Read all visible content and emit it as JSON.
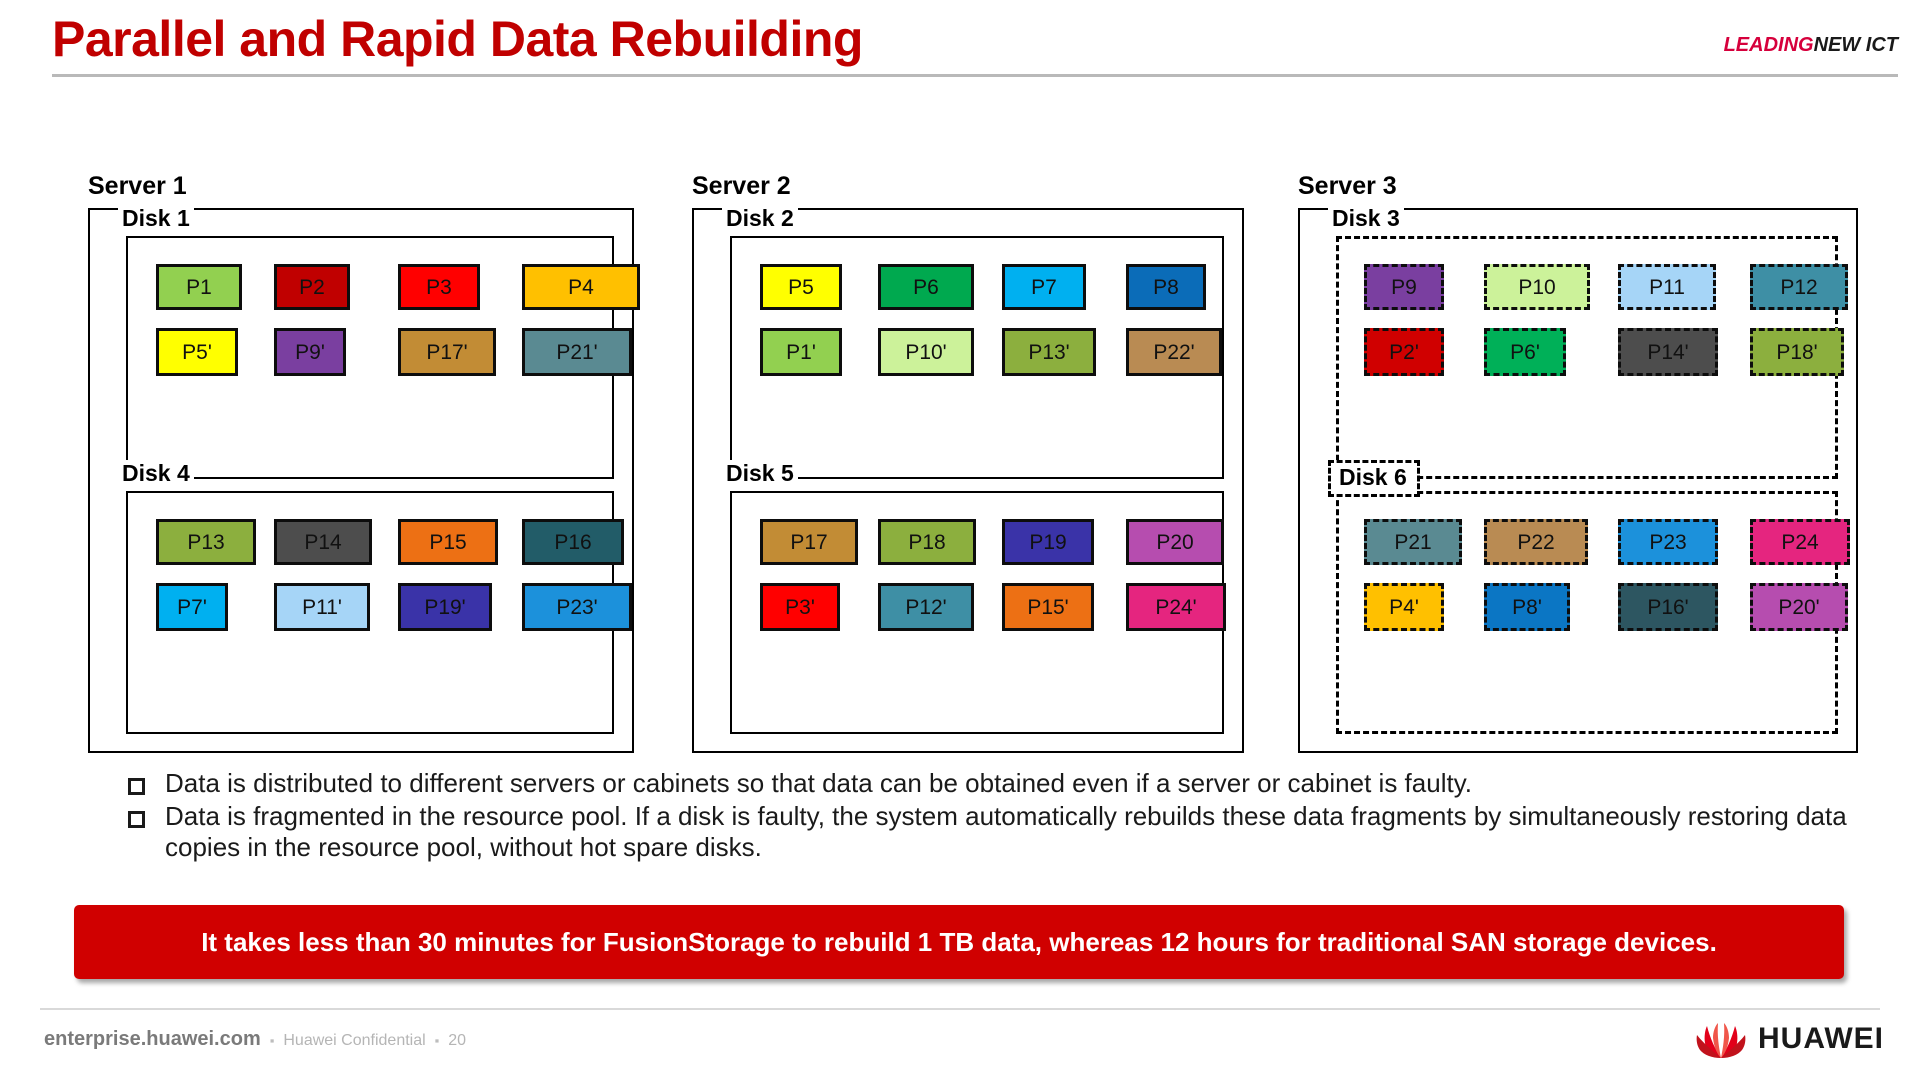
{
  "header": {
    "title": "Parallel and Rapid Data Rebuilding",
    "brand_leading": "LEADING",
    "brand_new_ict": "NEW ICT"
  },
  "servers": [
    {
      "label": "Server 1",
      "disks": [
        {
          "label": "Disk 1",
          "dashed": false,
          "rows": [
            [
              {
                "label": "P1",
                "color": "#92D050",
                "dashed": false,
                "w": 86,
                "h": 46
              },
              {
                "label": "P2",
                "color": "#C00000",
                "dashed": false,
                "w": 76,
                "h": 46
              },
              {
                "label": "P3",
                "color": "#FF0000",
                "dashed": false,
                "w": 82,
                "h": 46
              },
              {
                "label": "P4",
                "color": "#FFC000",
                "dashed": false,
                "w": 118,
                "h": 46
              }
            ],
            [
              {
                "label": "P5'",
                "color": "#FFFF00",
                "dashed": false,
                "w": 82,
                "h": 48
              },
              {
                "label": "P9'",
                "color": "#7A3FA0",
                "dashed": false,
                "w": 72,
                "h": 48
              },
              {
                "label": "P17'",
                "color": "#C28C35",
                "dashed": false,
                "w": 98,
                "h": 48
              },
              {
                "label": "P21'",
                "color": "#5A8A92",
                "dashed": false,
                "w": 110,
                "h": 48
              }
            ]
          ]
        },
        {
          "label": "Disk 4",
          "dashed": false,
          "rows": [
            [
              {
                "label": "P13",
                "color": "#8CAF3E",
                "dashed": false,
                "w": 100,
                "h": 46
              },
              {
                "label": "P14",
                "color": "#4D4D4D",
                "dashed": false,
                "w": 98,
                "h": 46
              },
              {
                "label": "P15",
                "color": "#ED7014",
                "dashed": false,
                "w": 100,
                "h": 46
              },
              {
                "label": "P16",
                "color": "#225C68",
                "dashed": false,
                "w": 102,
                "h": 46
              }
            ],
            [
              {
                "label": "P7'",
                "color": "#00B0F0",
                "dashed": false,
                "w": 72,
                "h": 48
              },
              {
                "label": "P11'",
                "color": "#A6D5F7",
                "dashed": false,
                "w": 96,
                "h": 48
              },
              {
                "label": "P19'",
                "color": "#3A33A8",
                "dashed": false,
                "w": 94,
                "h": 48
              },
              {
                "label": "P23'",
                "color": "#1C91DB",
                "dashed": false,
                "w": 110,
                "h": 48
              }
            ]
          ]
        }
      ]
    },
    {
      "label": "Server 2",
      "disks": [
        {
          "label": "Disk 2",
          "dashed": false,
          "rows": [
            [
              {
                "label": "P5",
                "color": "#FFFF00",
                "dashed": false,
                "w": 82,
                "h": 46
              },
              {
                "label": "P6",
                "color": "#00A94F",
                "dashed": false,
                "w": 96,
                "h": 46
              },
              {
                "label": "P7",
                "color": "#00B0F0",
                "dashed": false,
                "w": 84,
                "h": 46
              },
              {
                "label": "P8",
                "color": "#0B6CB8",
                "dashed": false,
                "w": 80,
                "h": 46
              }
            ],
            [
              {
                "label": "P1'",
                "color": "#92D050",
                "dashed": false,
                "w": 82,
                "h": 48
              },
              {
                "label": "P10'",
                "color": "#CCF29A",
                "dashed": false,
                "w": 96,
                "h": 48
              },
              {
                "label": "P13'",
                "color": "#8CAF3E",
                "dashed": false,
                "w": 94,
                "h": 48
              },
              {
                "label": "P22'",
                "color": "#B98B53",
                "dashed": false,
                "w": 96,
                "h": 48
              }
            ]
          ]
        },
        {
          "label": "Disk 5",
          "dashed": false,
          "rows": [
            [
              {
                "label": "P17",
                "color": "#C28C35",
                "dashed": false,
                "w": 98,
                "h": 46
              },
              {
                "label": "P18",
                "color": "#8CAF3E",
                "dashed": false,
                "w": 98,
                "h": 46
              },
              {
                "label": "P19",
                "color": "#3A33A8",
                "dashed": false,
                "w": 92,
                "h": 46
              },
              {
                "label": "P20",
                "color": "#B64DAF",
                "dashed": false,
                "w": 98,
                "h": 46
              }
            ],
            [
              {
                "label": "P3'",
                "color": "#FF0000",
                "dashed": false,
                "w": 80,
                "h": 48
              },
              {
                "label": "P12'",
                "color": "#3E8FA5",
                "dashed": false,
                "w": 96,
                "h": 48
              },
              {
                "label": "P15'",
                "color": "#ED7014",
                "dashed": false,
                "w": 92,
                "h": 48
              },
              {
                "label": "P24'",
                "color": "#E5257F",
                "dashed": false,
                "w": 100,
                "h": 48
              }
            ]
          ]
        }
      ]
    },
    {
      "label": "Server 3",
      "disks": [
        {
          "label": "Disk 3",
          "dashed": true,
          "rows": [
            [
              {
                "label": "P9",
                "color": "#7A3FA0",
                "dashed": true,
                "w": 80,
                "h": 46
              },
              {
                "label": "P10",
                "color": "#CCF29A",
                "dashed": true,
                "w": 106,
                "h": 46
              },
              {
                "label": "P11",
                "color": "#A6D5F7",
                "dashed": true,
                "w": 98,
                "h": 46
              },
              {
                "label": "P12",
                "color": "#3E8FA5",
                "dashed": true,
                "w": 98,
                "h": 46
              }
            ],
            [
              {
                "label": "P2'",
                "color": "#D00000",
                "dashed": true,
                "w": 80,
                "h": 48
              },
              {
                "label": "P6'",
                "color": "#00B058",
                "dashed": true,
                "w": 82,
                "h": 48
              },
              {
                "label": "P14'",
                "color": "#4D4D4D",
                "dashed": true,
                "w": 100,
                "h": 48
              },
              {
                "label": "P18'",
                "color": "#8CAF3E",
                "dashed": true,
                "w": 94,
                "h": 48
              }
            ]
          ]
        },
        {
          "label": "Disk 6",
          "dashed": true,
          "rows": [
            [
              {
                "label": "P21",
                "color": "#5A8A92",
                "dashed": true,
                "w": 98,
                "h": 46
              },
              {
                "label": "P22",
                "color": "#B98B53",
                "dashed": true,
                "w": 104,
                "h": 46
              },
              {
                "label": "P23",
                "color": "#1C91DB",
                "dashed": true,
                "w": 100,
                "h": 46
              },
              {
                "label": "P24",
                "color": "#E5257F",
                "dashed": true,
                "w": 100,
                "h": 46
              }
            ],
            [
              {
                "label": "P4'",
                "color": "#FFC000",
                "dashed": true,
                "w": 80,
                "h": 48
              },
              {
                "label": "P8'",
                "color": "#0B76C4",
                "dashed": true,
                "w": 86,
                "h": 48
              },
              {
                "label": "P16'",
                "color": "#2D5661",
                "dashed": true,
                "w": 100,
                "h": 48
              },
              {
                "label": "P20'",
                "color": "#B64DAF",
                "dashed": true,
                "w": 98,
                "h": 48
              }
            ]
          ]
        }
      ]
    }
  ],
  "bullets": [
    "Data is distributed to different servers or cabinets so that data can be obtained even if a server or cabinet is faulty.",
    "Data is fragmented in the resource pool. If a disk is faulty, the system automatically rebuilds these data fragments by simultaneously restoring data copies in the resource pool, without hot spare disks."
  ],
  "banner": {
    "text": "It takes less than 30 minutes for FusionStorage to rebuild 1 TB data, whereas 12 hours for traditional SAN storage devices.",
    "color": "#D00000"
  },
  "footer": {
    "site": "enterprise.huawei.com",
    "separator": "▪",
    "confidential": "Huawei Confidential",
    "page": "20",
    "logo_text": "HUAWEI"
  }
}
